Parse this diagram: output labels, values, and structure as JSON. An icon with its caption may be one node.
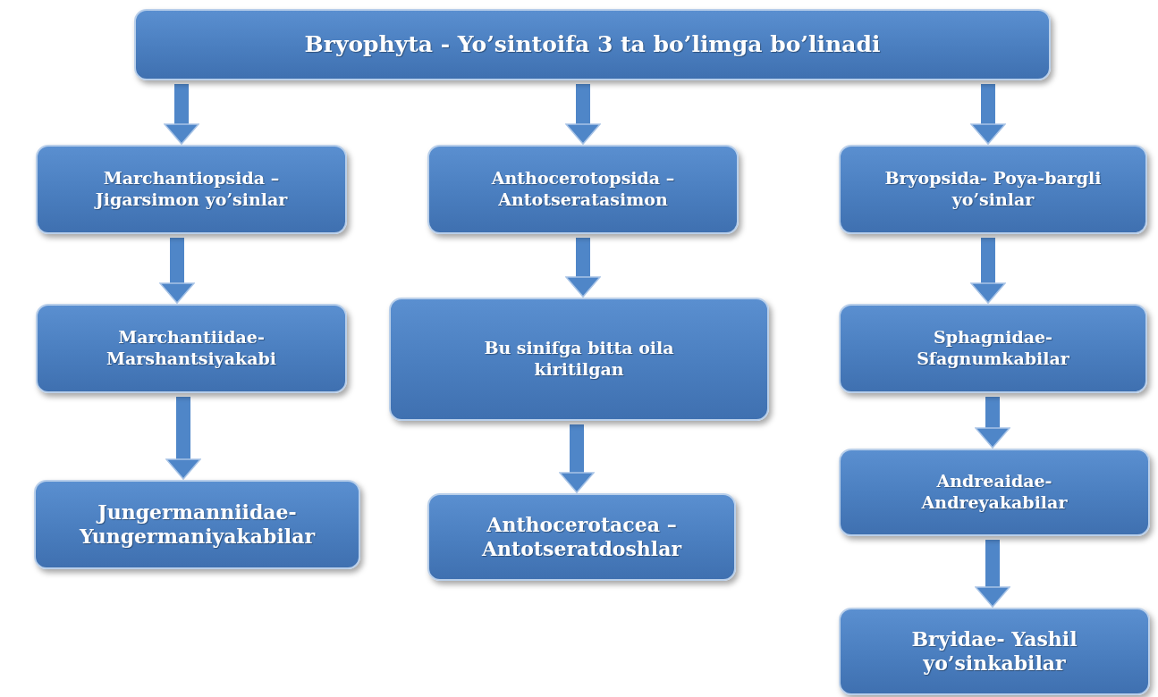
{
  "diagram": {
    "nodes": [
      {
        "text": [
          "Bryophyta  -  Yo’sintoifa 3 ta bo’limga bo’linadi"
        ]
      },
      {
        "text": [
          "Marchantiopsida – Jigarsimon yo’sinlar"
        ]
      },
      {
        "text": [
          "Anthocerotopsida – Antotseratasimon"
        ]
      },
      {
        "text": [
          "Bryopsida- Poya-bargli yo’sinlar"
        ]
      },
      {
        "text": [
          "Marchantiidae- Marshantsiyakabi"
        ]
      },
      {
        "text": [
          "Bu sinifga bitta oila kiritilgan"
        ]
      },
      {
        "text": [
          "Sphagnidae- Sfagnumkabilar"
        ]
      },
      {
        "text": [
          "Jungermanniidae- Yungermaniyakabilar"
        ]
      },
      {
        "text": [
          "Anthocerotacea – Antotseratdoshlar"
        ]
      },
      {
        "text": [
          "Andreaidae- Andreyakabilar"
        ]
      },
      {
        "text": [
          "Bryidae- Yashil yo’sinkabilar"
        ]
      }
    ],
    "edges": [
      {
        "from": 0,
        "to": 1,
        "arrow": "to"
      },
      {
        "from": 0,
        "to": 2,
        "arrow": "to"
      },
      {
        "from": 0,
        "to": 3,
        "arrow": "to"
      },
      {
        "from": 1,
        "to": 4,
        "arrow": "to"
      },
      {
        "from": 4,
        "to": 7,
        "arrow": "to"
      },
      {
        "from": 2,
        "to": 5,
        "arrow": "to"
      },
      {
        "from": 5,
        "to": 8,
        "arrow": "to"
      },
      {
        "from": 3,
        "to": 6,
        "arrow": "to"
      },
      {
        "from": 6,
        "to": 9,
        "arrow": "to"
      },
      {
        "from": 9,
        "to": 10,
        "arrow": "to"
      }
    ]
  }
}
